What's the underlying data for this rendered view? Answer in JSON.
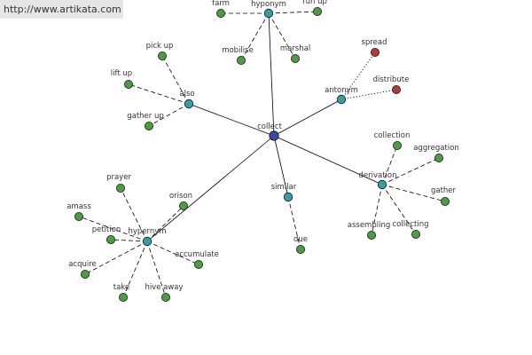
{
  "watermark": "http://www.artikata.com",
  "colors": {
    "center": "#3b4a9e",
    "relation": "#3a9aa6",
    "leaf": "#4e9a45",
    "antonym_leaf": "#b13a3a"
  },
  "graph": {
    "center": "collect",
    "relations": [
      {
        "id": "hyponym",
        "label": "hyponym",
        "leaves": [
          "farm",
          "run up",
          "mobilise",
          "marshal"
        ]
      },
      {
        "id": "also",
        "label": "also",
        "leaves": [
          "pick up",
          "lift up",
          "gather up"
        ]
      },
      {
        "id": "antonym",
        "label": "antonym",
        "leaves": [
          "spread",
          "distribute"
        ]
      },
      {
        "id": "derivation",
        "label": "derivation",
        "leaves": [
          "collection",
          "aggregation",
          "gather",
          "collecting",
          "assembling"
        ]
      },
      {
        "id": "similar",
        "label": "similar",
        "leaves": [
          "due"
        ]
      },
      {
        "id": "hypernym",
        "label": "hypernym",
        "leaves": [
          "prayer",
          "orison",
          "amass",
          "petition",
          "acquire",
          "accumulate",
          "take",
          "hive away"
        ]
      }
    ]
  }
}
